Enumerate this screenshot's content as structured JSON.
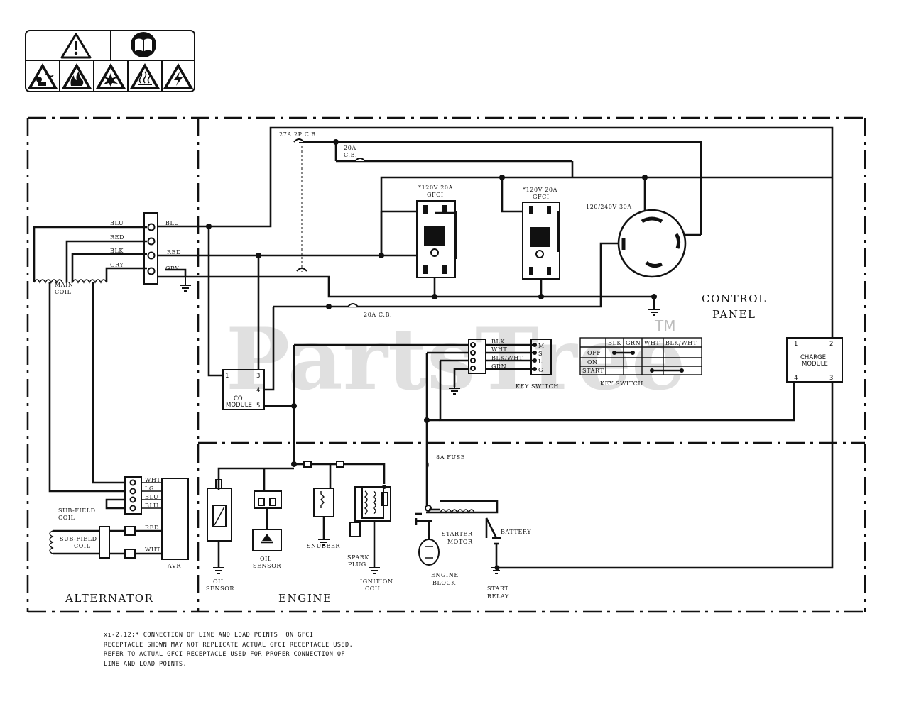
{
  "warning_icons": {
    "top": [
      "warning-triangle-icon",
      "read-manual-icon"
    ],
    "bottom": [
      "toxic-fumes-icon",
      "fire-hazard-icon",
      "explosion-hazard-icon",
      "hot-surface-icon",
      "electric-shock-icon"
    ]
  },
  "sections": {
    "alternator": "ALTERNATOR",
    "engine": "ENGINE",
    "control_panel_line1": "CONTROL",
    "control_panel_line2": "PANEL"
  },
  "watermark": {
    "text": "PartsTree",
    "tm": "TM"
  },
  "breakers": {
    "main": "27A 2P C.B.",
    "cb20_top_line1": "20A",
    "cb20_top_line2": "C.B.",
    "cb20_bottom": "20A C.B."
  },
  "outlets": {
    "gfci1_line1": "*120V 20A",
    "gfci1_line2": "GFCI",
    "gfci2_line1": "*120V 20A",
    "gfci2_line2": "GFCI",
    "twistlock": "120/240V 30A"
  },
  "alternator_labels": {
    "blu_left": "BLU",
    "red_left": "RED",
    "blk_left": "BLK",
    "gry_left": "GRY",
    "blu_right": "BLU",
    "red_right": "RED",
    "gry_right": "GRY",
    "main_coil_line1": "MAIN",
    "main_coil_line2": "COIL",
    "sub_field_top_line1": "SUB-FIELD",
    "sub_field_top_line2": "COIL",
    "sub_field_line1": "SUB-FIELD",
    "sub_field_line2": "COIL",
    "avr_wht": "WHT",
    "avr_lg": "LG",
    "avr_blu1": "BLU",
    "avr_blu2": "BLU",
    "red_avr": "RED",
    "wht_avr": "WHT",
    "avr": "AVR"
  },
  "co_module": {
    "pin1": "1",
    "pin3": "3",
    "pin4": "4",
    "pin5": "5",
    "line1": "CO",
    "line2": "MODULE"
  },
  "key_switch": {
    "wires": [
      "BLK",
      "WHT",
      "BLK/WHT",
      "GRN"
    ],
    "pins": [
      "M",
      "S",
      "L",
      "G"
    ],
    "label": "KEY SWITCH"
  },
  "key_switch_table": {
    "headers": [
      "BLK",
      "GRN",
      "WHT",
      "BLK/WHT"
    ],
    "rows": [
      "OFF",
      "ON",
      "START"
    ],
    "label": "KEY SWITCH"
  },
  "charge_module": {
    "pin1": "1",
    "pin2": "2",
    "pin3": "3",
    "pin4": "4",
    "line1": "CHARGE",
    "line2": "MODULE"
  },
  "engine_labels": {
    "oil_sensor1_line1": "OIL",
    "oil_sensor1_line2": "SENSOR",
    "oil_sensor2_line1": "OIL",
    "oil_sensor2_line2": "SENSOR",
    "snubber": "SNUBBER",
    "spark_plug_line1": "SPARK",
    "spark_plug_line2": "PLUG",
    "ignition_coil_line1": "IGNITION",
    "ignition_coil_line2": "COIL",
    "fuse": "8A FUSE",
    "starter_motor_line1": "STARTER",
    "starter_motor_line2": "MOTOR",
    "battery": "BATTERY",
    "engine_block_line1": "ENGINE",
    "engine_block_line2": "BLOCK",
    "start_relay_line1": "START",
    "start_relay_line2": "RELAY"
  },
  "footnote": [
    "xi-2,12;* CONNECTION OF LINE AND LOAD POINTS  ON GFCI",
    "RECEPTACLE SHOWN MAY NOT REPLICATE ACTUAL GFCI RECEPTACLE USED.",
    "REFER TO ACTUAL GFCI RECEPTACLE USED FOR PROPER CONNECTION OF",
    "LINE AND LOAD POINTS."
  ]
}
